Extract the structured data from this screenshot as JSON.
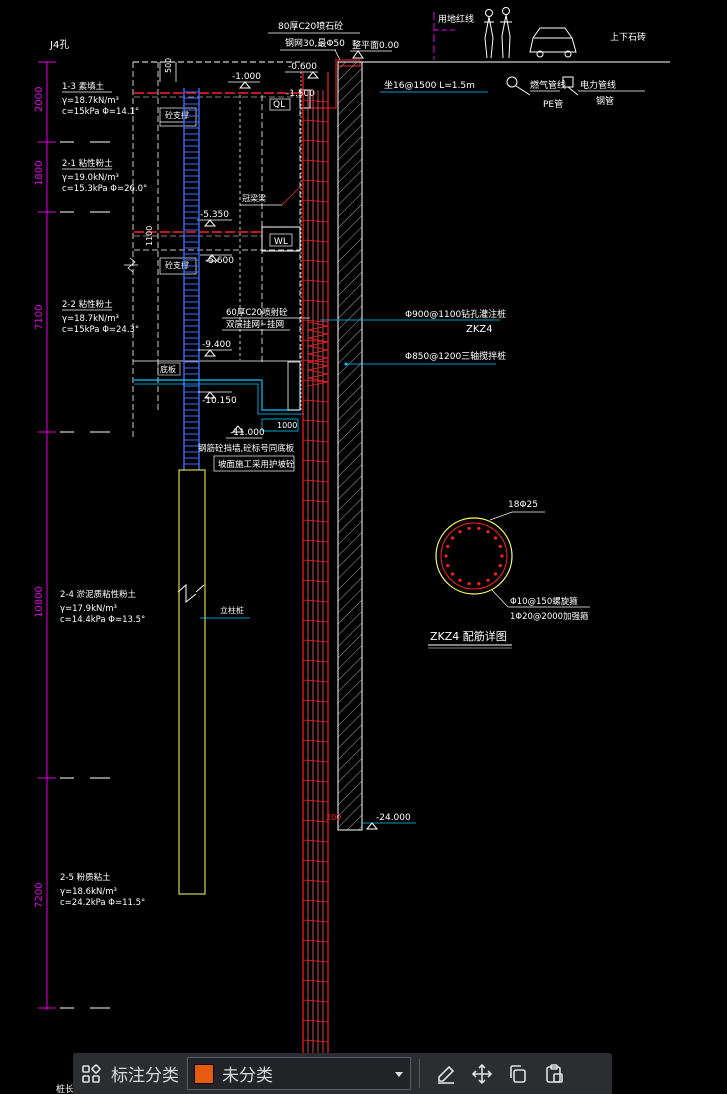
{
  "colors": {
    "white": "#ffffff",
    "magenta": "#e600e6",
    "red": "#ff2020",
    "blue": "#3a6bff",
    "yellow": "#ffff66",
    "cyan": "#00c8ff",
    "green": "#22cc22",
    "gray": "#888888",
    "swatch": "#e85a0f"
  },
  "top": {
    "hole": "J4孔",
    "concrete_note_1": "80厚C20喷石砼",
    "concrete_note_2": "钢网30,最Φ50",
    "ground_elev": "整平面0.00",
    "elev_m0600": "-0.600",
    "elev_m1000": "-1.000",
    "elev_m1500": "-1.500",
    "width_500": "500",
    "label_QL": "QL",
    "soil_nail": "坐16@1500  L=1.5m",
    "redline": "用地红线",
    "road_cap": "上下石砖",
    "gas_pipe": "燃气管线",
    "pe_pipe": "PE管",
    "power_pipe": "电力管线",
    "steel_pipe": "钢管"
  },
  "layers": [
    {
      "name": "1-3  素填土",
      "gamma": "γ=18.7kN/m³",
      "c": "c=15kPa  Φ=14.1°",
      "depth": "2000"
    },
    {
      "name": "2-1  粘性粉土",
      "gamma": "γ=19.0kN/m³",
      "c": "c=15.3kPa Φ=26.0°",
      "depth": "1800"
    },
    {
      "name": "2-2  粘性粉土",
      "gamma": "γ=18.7kN/m³",
      "c": "c=15kPa  Φ=24.3°",
      "depth": "7100"
    },
    {
      "name": "2-4  淤泥质粘性粉土",
      "gamma": "γ=17.9kN/m³",
      "c": "c=14.4kPa Φ=13.5°",
      "depth": "10800"
    },
    {
      "name": "2-5  粉质粘土",
      "gamma": "γ=18.6kN/m³",
      "c": "c=24.2kPa Φ=11.5°",
      "depth": "7200"
    }
  ],
  "mid": {
    "support_1": "砼支撑",
    "support_2": "砼支撑",
    "waist_beam": "冠梁梁",
    "elev_m5350": "-5.350",
    "elev_m5600": "-5.600",
    "dim_1100": "1100",
    "label_WL": "WL",
    "dim_600": "600",
    "shotcrete_1": "60厚C20喷射砼",
    "shotcrete_2": "双层挂网~挂网",
    "elev_m9400": "-9.400",
    "bottom_slab": "底板",
    "elev_m10150": "-10.150",
    "dim_1000": "1000",
    "elev_m11000": "-11.000",
    "note_1": "钢筋砼挡墙,砼标号同底板",
    "note_2": "坡面施工采用护坡砼",
    "column": "立柱桩",
    "pile_label": "Φ900@1100钻孔灌注桩",
    "pile_code": "ZKZ4",
    "mixing_pile": "Φ850@1200三轴搅拌桩",
    "elev_m24000": "-24.000",
    "dim_200": "200"
  },
  "detail": {
    "main_bars": "18Φ25",
    "spiral": "Φ10@150螺旋箍",
    "ring": "1Φ20@2000加强箍",
    "title": "ZKZ4 配筋详图"
  },
  "toolbar": {
    "grid_icon": "apps-grid-icon",
    "label": "标注分类",
    "select_value": "未分类",
    "edit_icon": "edit-icon",
    "move_icon": "move-icon",
    "copy_icon": "copy-icon",
    "paste_icon": "paste-icon"
  },
  "bottom_left": "桩长"
}
